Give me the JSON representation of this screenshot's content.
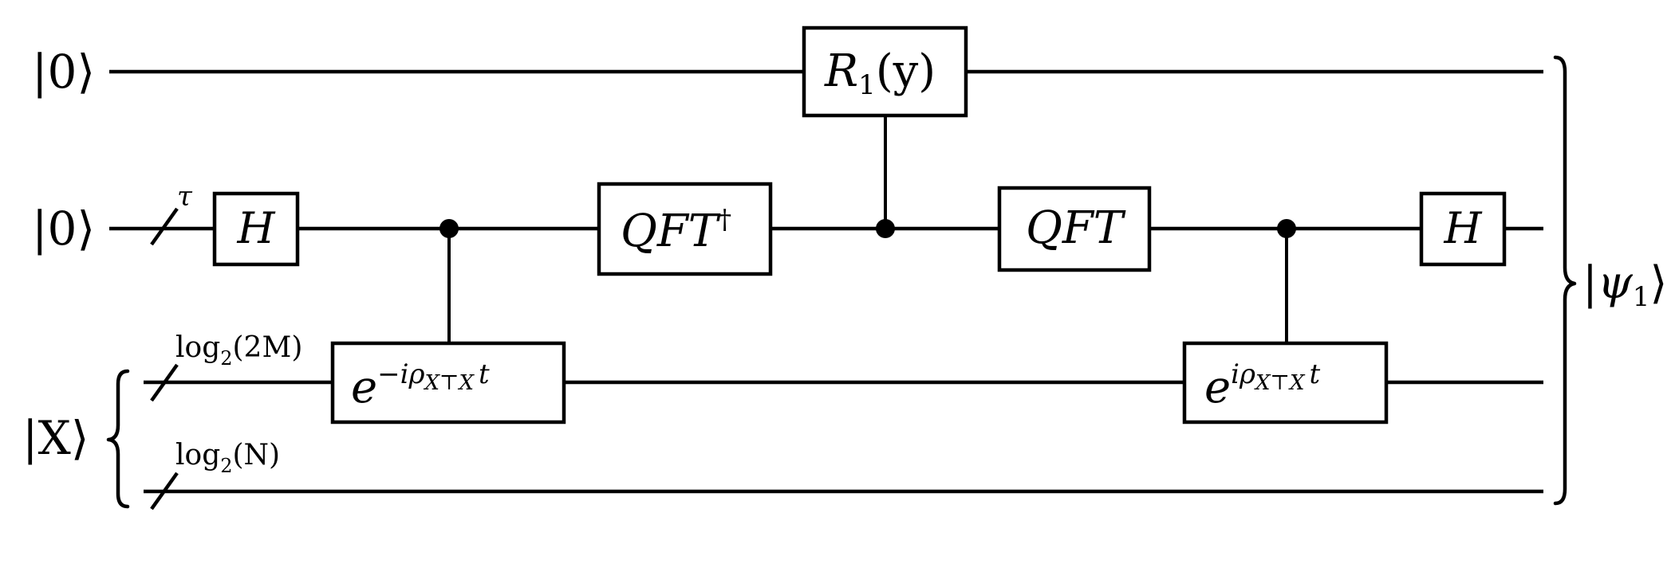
{
  "inputs": {
    "qubit_top": "|0⟩",
    "qubit_mid": "|0⟩",
    "register": "|X⟩"
  },
  "bundles": {
    "mid_width": "τ",
    "reg_a": {
      "main": "log",
      "sub": "2",
      "arg": "(2M)"
    },
    "reg_b": {
      "main": "log",
      "sub": "2",
      "arg": "(N)"
    }
  },
  "gates": {
    "h_left": "H",
    "exp_neg": {
      "base": "e",
      "sup": "−iρ",
      "sub": "X⊤X",
      "tail": "t"
    },
    "qft_dag": {
      "label": "QFT",
      "sup": "†"
    },
    "rotation": {
      "label": "R",
      "sub": "1",
      "arg": "(y)"
    },
    "qft": "QFT",
    "exp_pos": {
      "base": "e",
      "sup": "iρ",
      "sub": "X⊤X",
      "tail": "t"
    },
    "h_right": "H"
  },
  "output": {
    "psi": "ψ",
    "sub": "1"
  }
}
